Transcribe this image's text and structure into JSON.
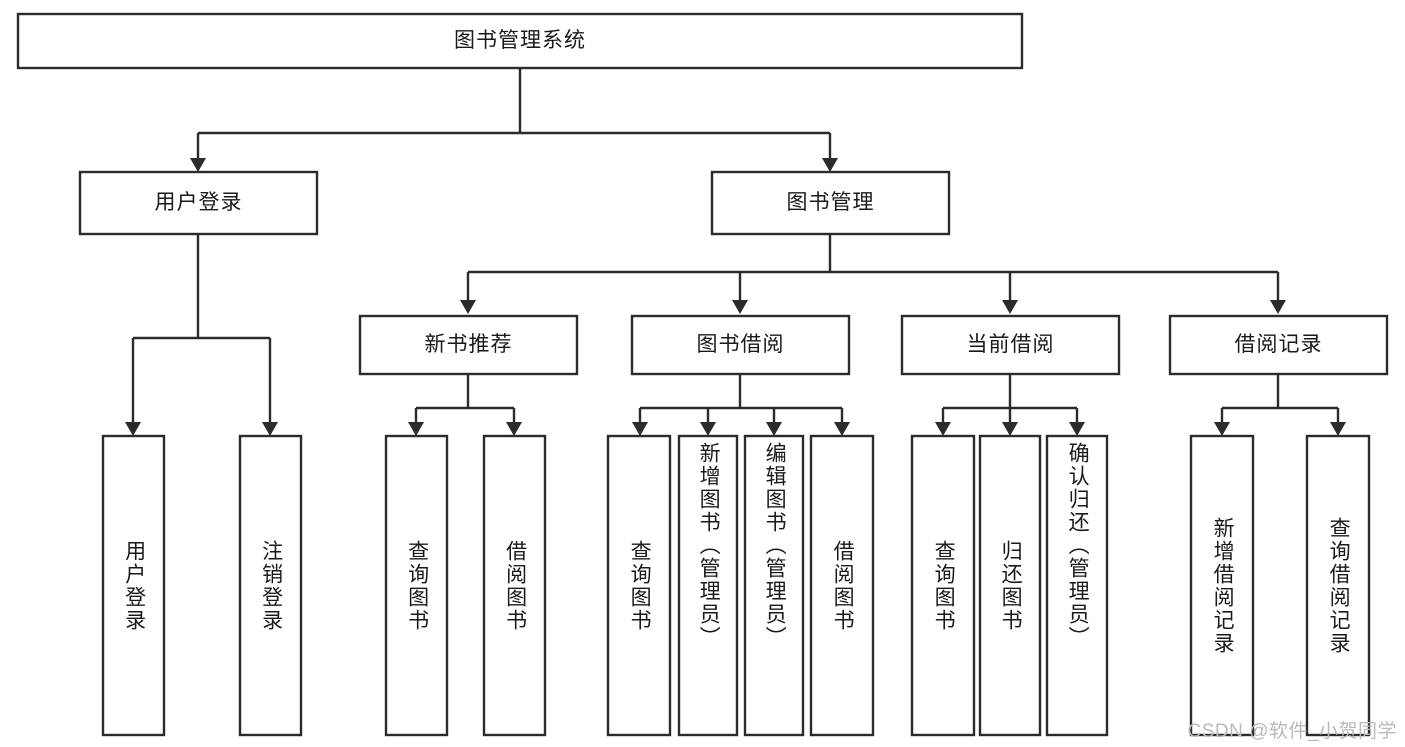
{
  "diagram": {
    "type": "tree-hierarchy-chart",
    "title_text": "图书管理系统",
    "background_color": "#ffffff",
    "line_color": "#2b2b2b",
    "text_color": "#1a1a1a",
    "root": {
      "label": "图书管理系统"
    },
    "level1": [
      {
        "label": "用户登录"
      },
      {
        "label": "图书管理"
      }
    ],
    "level2": [
      {
        "label": "新书推荐"
      },
      {
        "label": "图书借阅"
      },
      {
        "label": "当前借阅"
      },
      {
        "label": "借阅记录"
      }
    ],
    "leaves": {
      "user_login": [
        {
          "label": "用户登录"
        },
        {
          "label": "注销登录"
        }
      ],
      "new_book_recommend": [
        {
          "label": "查询图书"
        },
        {
          "label": "借阅图书"
        }
      ],
      "book_borrow": [
        {
          "label": "查询图书"
        },
        {
          "label": "新增图书（管理员）"
        },
        {
          "label": "编辑图书（管理员）"
        },
        {
          "label": "借阅图书"
        }
      ],
      "current_borrow": [
        {
          "label": "查询图书"
        },
        {
          "label": "归还图书"
        },
        {
          "label": "确认归还（管理员）"
        }
      ],
      "borrow_record": [
        {
          "label": "新增借阅记录"
        },
        {
          "label": "查询借阅记录"
        }
      ]
    }
  },
  "watermark": {
    "text": "CSDN @软件_小贺同学"
  }
}
